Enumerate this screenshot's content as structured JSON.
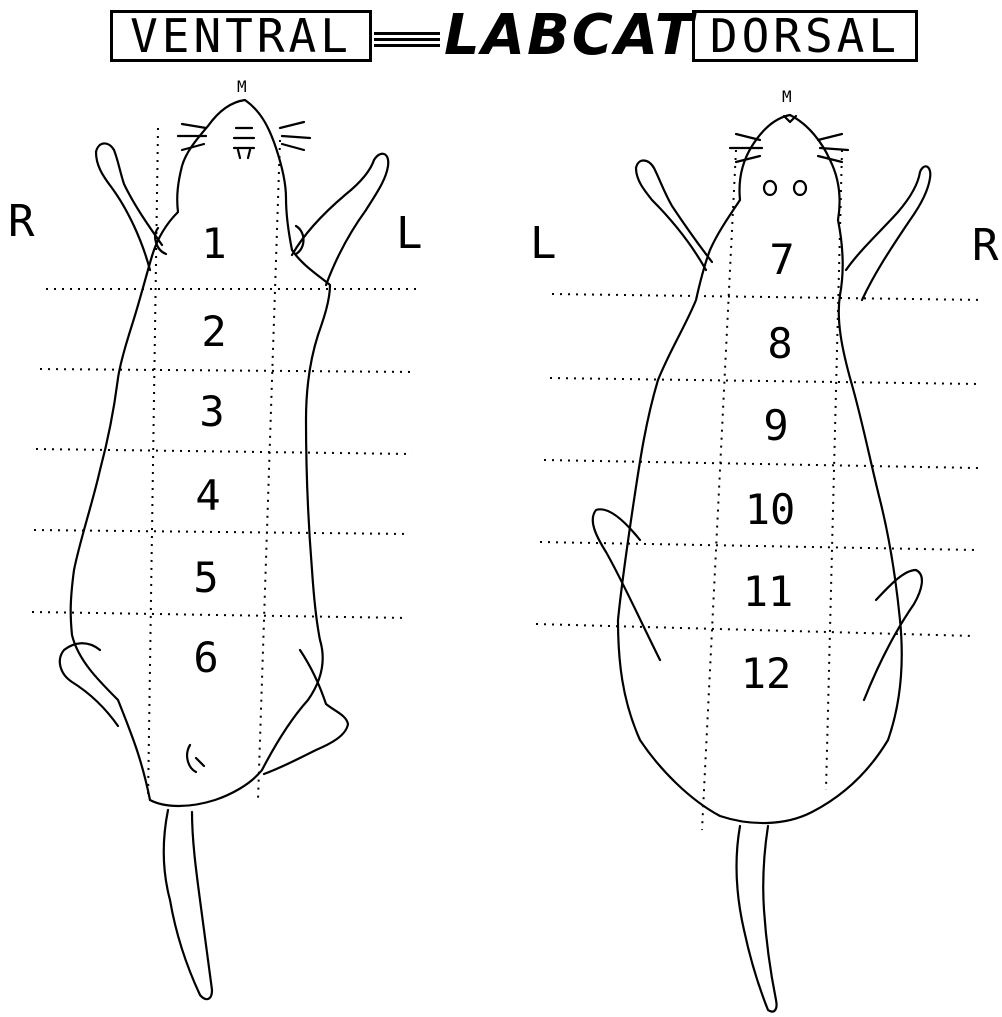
{
  "header": {
    "ventral_label": "VENTRAL",
    "logo_text": "LABCAT",
    "dorsal_label": "DORSAL"
  },
  "ventral": {
    "side_left": "R",
    "side_right": "L",
    "head_marker": "M",
    "zones": [
      "1",
      "2",
      "3",
      "4",
      "5",
      "6"
    ]
  },
  "dorsal": {
    "side_left": "L",
    "side_right": "R",
    "head_marker": "M",
    "zones": [
      "7",
      "8",
      "9",
      "10",
      "11",
      "12"
    ]
  },
  "colors": {
    "ink": "#000000",
    "paper": "#ffffff"
  }
}
